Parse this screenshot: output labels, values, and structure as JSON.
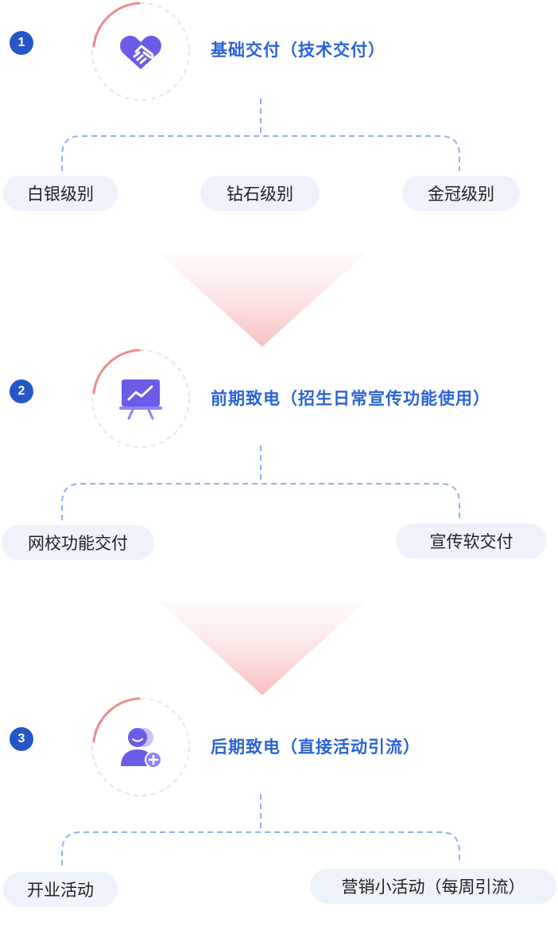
{
  "steps": [
    {
      "number": "1",
      "title": "基础交付（技术交付）",
      "icon": "handshake-icon",
      "options": [
        "白银级别",
        "钻石级别",
        "金冠级别"
      ]
    },
    {
      "number": "2",
      "title": "前期致电（招生日常宣传功能使用）",
      "icon": "presentation-chart-icon",
      "options": [
        "网校功能交付",
        "宣传软交付"
      ]
    },
    {
      "number": "3",
      "title": "后期致电（直接活动引流）",
      "icon": "user-add-icon",
      "options": [
        "开业活动",
        "营销小活动（每周引流）"
      ]
    }
  ],
  "colors": {
    "accent_blue": "#2a63d6",
    "number_badge": "#2456c8",
    "icon_purple": "#6b5ce7",
    "ring_red": "#f08a8a",
    "dashed_line": "#8fb0ee",
    "pill_bg": "#eef2fb"
  }
}
